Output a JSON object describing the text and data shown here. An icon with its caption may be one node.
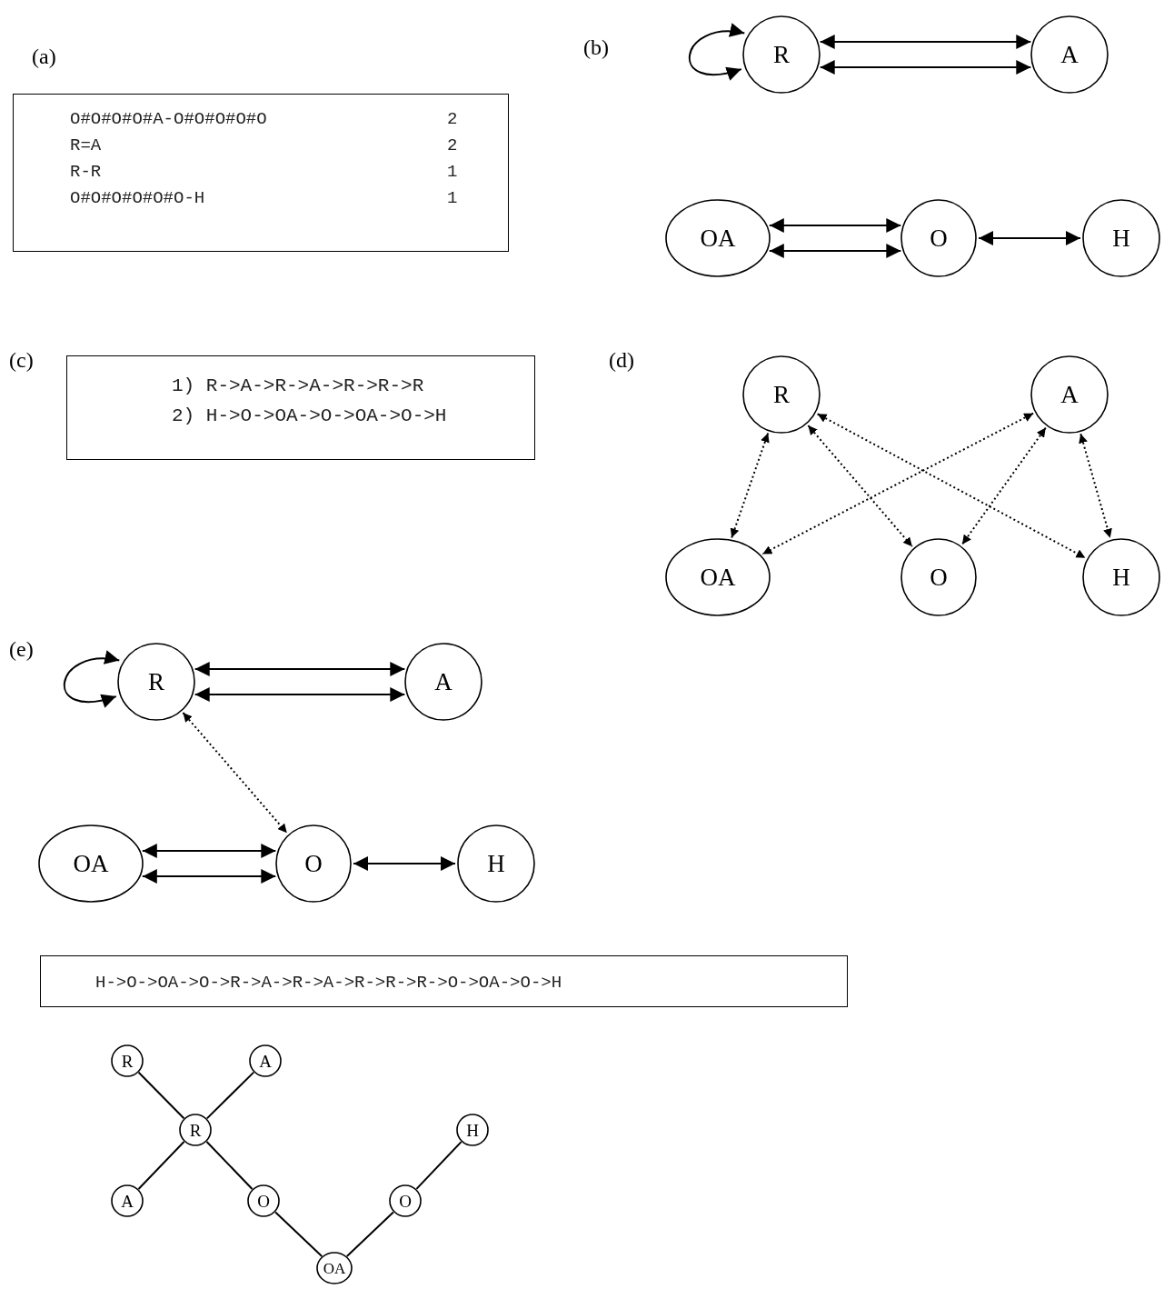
{
  "diagram": {
    "nodes": [
      {
        "text": [
          "O#O#O#O#A-O#O#O#O#O",
          "2",
          "R=A",
          "2",
          "R-R",
          "1",
          "O#O#O#O#O#O-H",
          "1"
        ]
      },
      {
        "text": [
          "R"
        ]
      },
      {
        "text": [
          "A"
        ]
      },
      {
        "text": [
          "OA"
        ]
      },
      {
        "text": [
          "O"
        ]
      },
      {
        "text": [
          "H"
        ]
      },
      {
        "text": [
          "1) R->A->R->A->R->R->R",
          "2) H->O->OA->O->OA->O->H"
        ]
      },
      {
        "text": [
          "R"
        ]
      },
      {
        "text": [
          "A"
        ]
      },
      {
        "text": [
          "OA"
        ]
      },
      {
        "text": [
          "O"
        ]
      },
      {
        "text": [
          "H"
        ]
      },
      {
        "text": [
          "R"
        ]
      },
      {
        "text": [
          "A"
        ]
      },
      {
        "text": [
          "OA"
        ]
      },
      {
        "text": [
          "O"
        ]
      },
      {
        "text": [
          "H"
        ]
      },
      {
        "text": [
          "H->O->OA->O->R->A->R->A->R->R->R->O->OA->O->H"
        ]
      },
      {
        "text": [
          "R"
        ]
      },
      {
        "text": [
          "A"
        ]
      },
      {
        "text": [
          "R"
        ]
      },
      {
        "text": [
          "H"
        ]
      },
      {
        "text": [
          "A"
        ]
      },
      {
        "text": [
          "O"
        ]
      },
      {
        "text": [
          "O"
        ]
      },
      {
        "text": [
          "OA"
        ]
      }
    ],
    "edges": [
      {
        "from": 1,
        "to": 1,
        "arrow": "both"
      },
      {
        "from": 1,
        "to": 2,
        "arrow": "both"
      },
      {
        "from": 1,
        "to": 2,
        "arrow": "both"
      },
      {
        "from": 3,
        "to": 4,
        "arrow": "both"
      },
      {
        "from": 3,
        "to": 4,
        "arrow": "both"
      },
      {
        "from": 4,
        "to": 5,
        "arrow": "both"
      },
      {
        "from": 7,
        "to": 9,
        "arrow": "both",
        "style": "dashed"
      },
      {
        "from": 7,
        "to": 10,
        "arrow": "both",
        "style": "dashed"
      },
      {
        "from": 7,
        "to": 11,
        "arrow": "both",
        "style": "dashed"
      },
      {
        "from": 8,
        "to": 9,
        "arrow": "both",
        "style": "dashed"
      },
      {
        "from": 8,
        "to": 10,
        "arrow": "both",
        "style": "dashed"
      },
      {
        "from": 8,
        "to": 11,
        "arrow": "both",
        "style": "dashed"
      },
      {
        "from": 12,
        "to": 12,
        "arrow": "both"
      },
      {
        "from": 12,
        "to": 13,
        "arrow": "both"
      },
      {
        "from": 12,
        "to": 13,
        "arrow": "both"
      },
      {
        "from": 12,
        "to": 15,
        "arrow": "both",
        "style": "dashed"
      },
      {
        "from": 14,
        "to": 15,
        "arrow": "both"
      },
      {
        "from": 14,
        "to": 15,
        "arrow": "both"
      },
      {
        "from": 15,
        "to": 16,
        "arrow": "both"
      },
      {
        "from": 18,
        "to": 20,
        "arrow": "none"
      },
      {
        "from": 19,
        "to": 20,
        "arrow": "none"
      },
      {
        "from": 20,
        "to": 22,
        "arrow": "none"
      },
      {
        "from": 20,
        "to": 23,
        "arrow": "none"
      },
      {
        "from": 23,
        "to": 25,
        "arrow": "none"
      },
      {
        "from": 25,
        "to": 24,
        "arrow": "none"
      },
      {
        "from": 24,
        "to": 21,
        "arrow": "none"
      }
    ],
    "labels": [
      "(a)",
      "(b)",
      "(c)",
      "(d)",
      "(e)"
    ]
  }
}
